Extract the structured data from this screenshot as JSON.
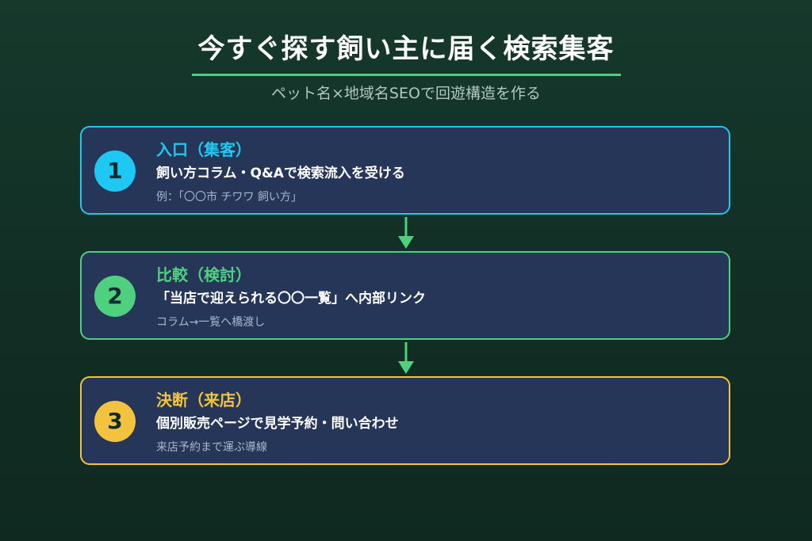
{
  "header": {
    "title": "今すぐ探す飼い主に届く検索集客",
    "subtitle": "ペット名×地域名SEOで回遊構造を作る"
  },
  "steps": [
    {
      "number": "1",
      "title": "入口（集客）",
      "main": "飼い方コラム・Q&Aで検索流入を受ける",
      "sub": "例：「〇〇市 チワワ 飼い方」",
      "color": "#23c6ee"
    },
    {
      "number": "2",
      "title": "比較（検討）",
      "main": "「当店で迎えられる〇〇一覧」へ内部リンク",
      "sub": "コラム→一覧へ橋渡し",
      "color": "#4fd07e"
    },
    {
      "number": "3",
      "title": "決断（来店）",
      "main": "個別販売ページで見学予約・問い合わせ",
      "sub": "来店予約まで運ぶ導線",
      "color": "#f3c23f"
    }
  ],
  "arrow_color": "#4fd07e"
}
